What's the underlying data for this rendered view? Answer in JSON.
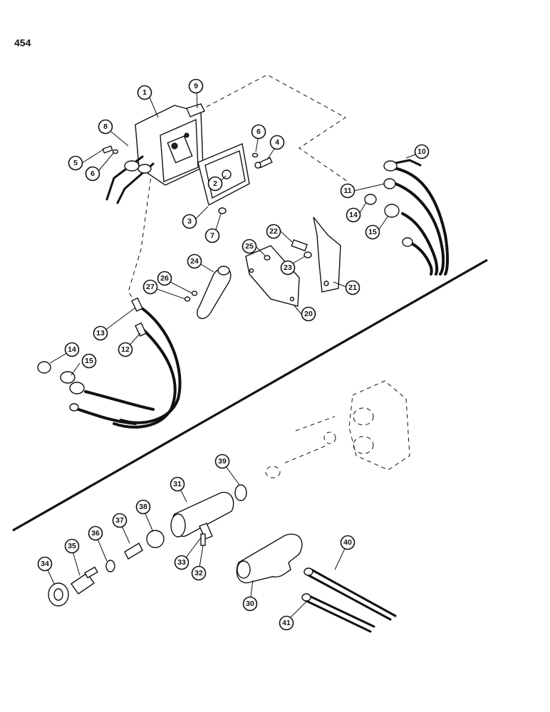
{
  "page": {
    "number": "454"
  },
  "callouts": [
    "1",
    "2",
    "3",
    "4",
    "5",
    "6",
    "6",
    "7",
    "8",
    "9",
    "10",
    "11",
    "12",
    "13",
    "14",
    "14",
    "15",
    "15",
    "20",
    "21",
    "22",
    "23",
    "24",
    "25",
    "26",
    "27",
    "30",
    "31",
    "32",
    "33",
    "34",
    "35",
    "36",
    "37",
    "38",
    "39",
    "40",
    "41"
  ]
}
